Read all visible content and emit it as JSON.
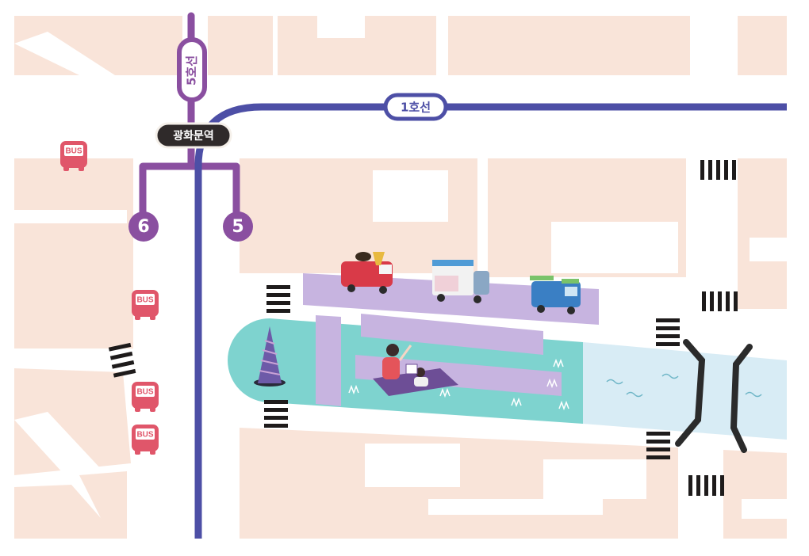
{
  "map": {
    "line5_label": "5호선",
    "line1_label": "1호선",
    "station_name": "광화문역",
    "exits": [
      {
        "number": "6"
      },
      {
        "number": "5"
      }
    ],
    "bus_stops": [
      {
        "label": "BUS"
      },
      {
        "label": "BUS"
      },
      {
        "label": "BUS"
      },
      {
        "label": "BUS"
      }
    ],
    "colors": {
      "block": "#f9e4d9",
      "line5": "#8a4fa0",
      "line1": "#4d4fa6",
      "station_pill": "#2f2a2a",
      "bus_icon": "#e0566a",
      "plaza_lavender": "#c7b4e0",
      "park_teal": "#7ed3cf",
      "water": "#d8ecf5",
      "crosswalk": "#1e1b1b"
    }
  }
}
